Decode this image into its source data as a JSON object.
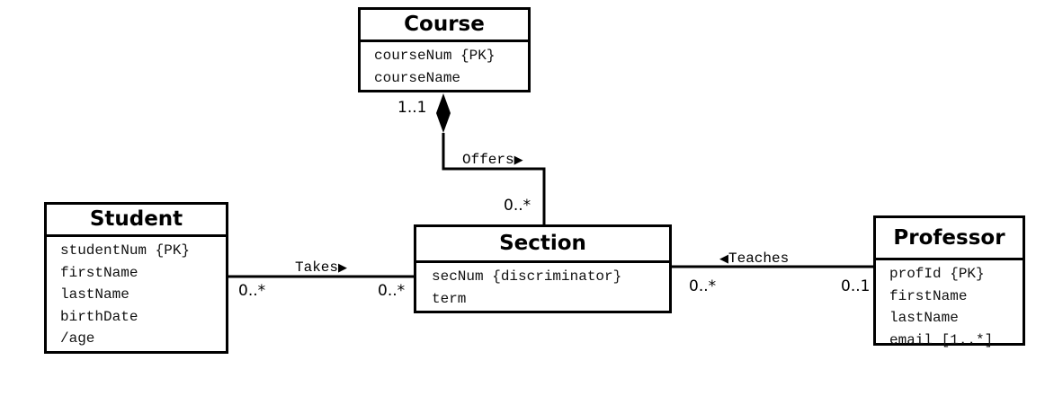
{
  "classes": {
    "course": {
      "name": "Course",
      "attributes": [
        "courseNum {PK}",
        "courseName"
      ]
    },
    "student": {
      "name": "Student",
      "attributes": [
        "studentNum {PK}",
        "firstName",
        "lastName",
        "birthDate",
        "/age"
      ]
    },
    "section": {
      "name": "Section",
      "attributes": [
        "secNum {discriminator}",
        "term"
      ]
    },
    "professor": {
      "name": "Professor",
      "attributes": [
        "profId {PK}",
        "firstName",
        "lastName",
        "email [1..*]"
      ]
    }
  },
  "associations": {
    "offers": {
      "label": "Offers",
      "direction": "▶",
      "multiplicity_course": "1..1",
      "multiplicity_section": "0..*",
      "aggregation": "composite"
    },
    "takes": {
      "label": "Takes",
      "direction": "▶",
      "multiplicity_student": "0..*",
      "multiplicity_section": "0..*"
    },
    "teaches": {
      "label": "Teaches",
      "direction": "◀",
      "multiplicity_section": "0..*",
      "multiplicity_professor": "0..1"
    }
  }
}
